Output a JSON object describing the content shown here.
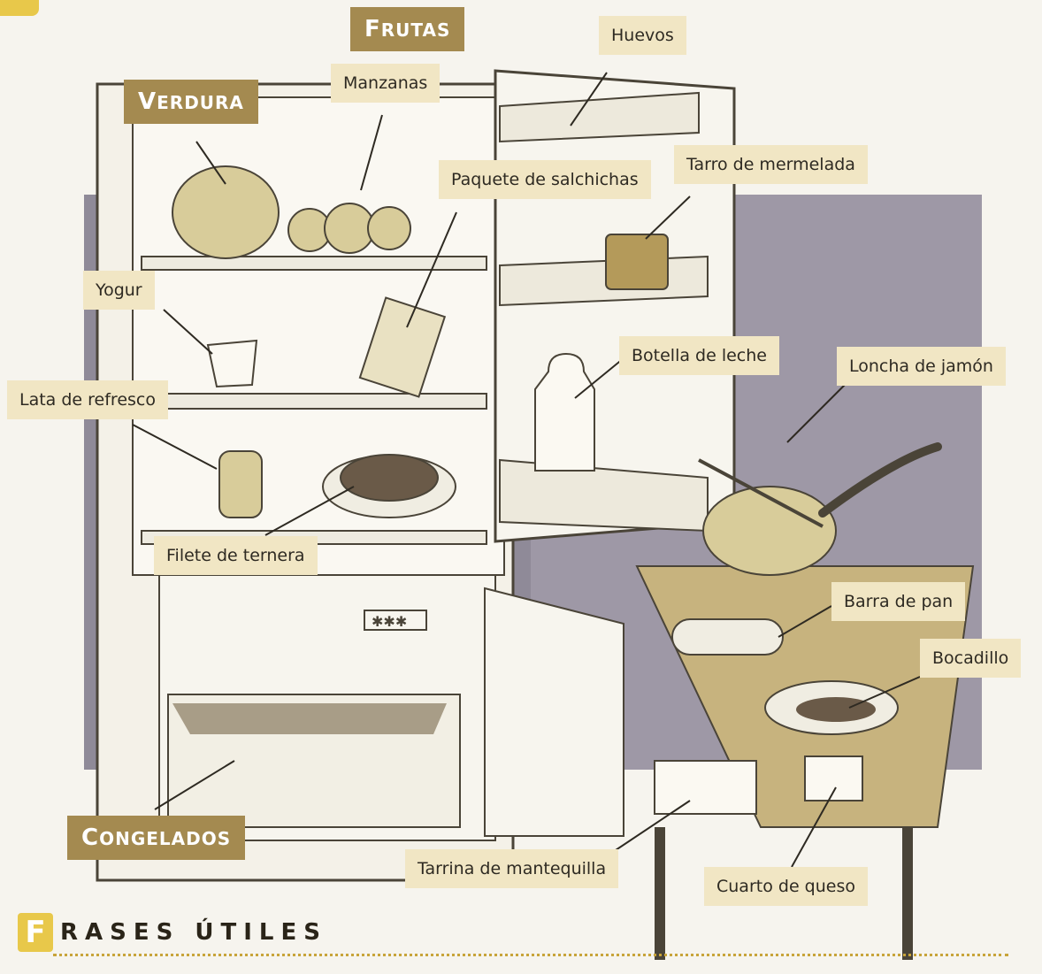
{
  "categories": {
    "frutas": {
      "first": "F",
      "rest": "RUTAS"
    },
    "verdura": {
      "first": "V",
      "rest": "ERDURA"
    },
    "congelados": {
      "first": "C",
      "rest": "ONGELADOS"
    }
  },
  "labels": {
    "huevos": "Huevos",
    "manzanas": "Manzanas",
    "tarro": "Tarro de mermelada",
    "salchichas": "Paquete de salchichas",
    "yogur": "Yogur",
    "botella": "Botella de leche",
    "jamon": "Loncha de jamón",
    "lata": "Lata de refresco",
    "filete": "Filete de ternera",
    "barra": "Barra de pan",
    "bocadillo": "Bocadillo",
    "tarrina": "Tarrina de mantequilla",
    "queso": "Cuarto de queso"
  },
  "heading": {
    "badge": "F",
    "rest": "RASES ÚTILES"
  },
  "colors": {
    "label_bg": "#f1e6c4",
    "category_bg": "#a48a50",
    "panel_gray": "#8a8494",
    "heading_yellow": "#e8c84a"
  }
}
